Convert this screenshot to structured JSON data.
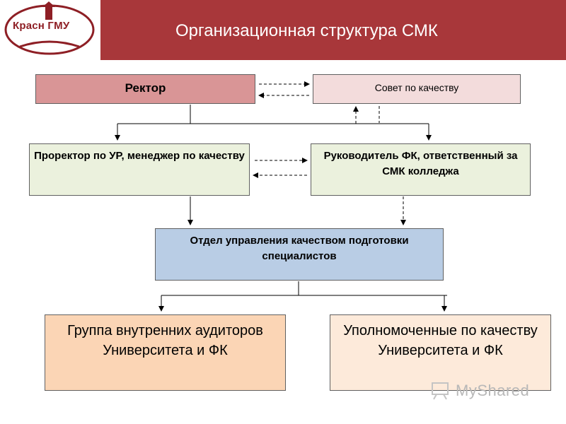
{
  "header": {
    "logo_text": "Красн ГМУ",
    "title": "Организационная структура  СМК"
  },
  "nodes": {
    "rector": "Ректор",
    "council": "Совет по качеству",
    "prorector": "Проректор по УР, менеджер по качеству",
    "fk_head": "Руководитель ФК, ответственный за СМК колледжа",
    "dept": "Отдел управления качеством подготовки специалистов",
    "auditors": "Группа внутренних аудиторов Университета и ФК",
    "authorized": "Уполномоченные по качеству Университета и ФК"
  },
  "colors": {
    "header": "#a8373a",
    "rector": "#d99596",
    "council": "#f3dcdc",
    "level2": "#ebf1dd",
    "dept": "#b9cde5",
    "auditors": "#fbd5b5",
    "authorized": "#fdeada"
  },
  "watermark": "MyShared"
}
